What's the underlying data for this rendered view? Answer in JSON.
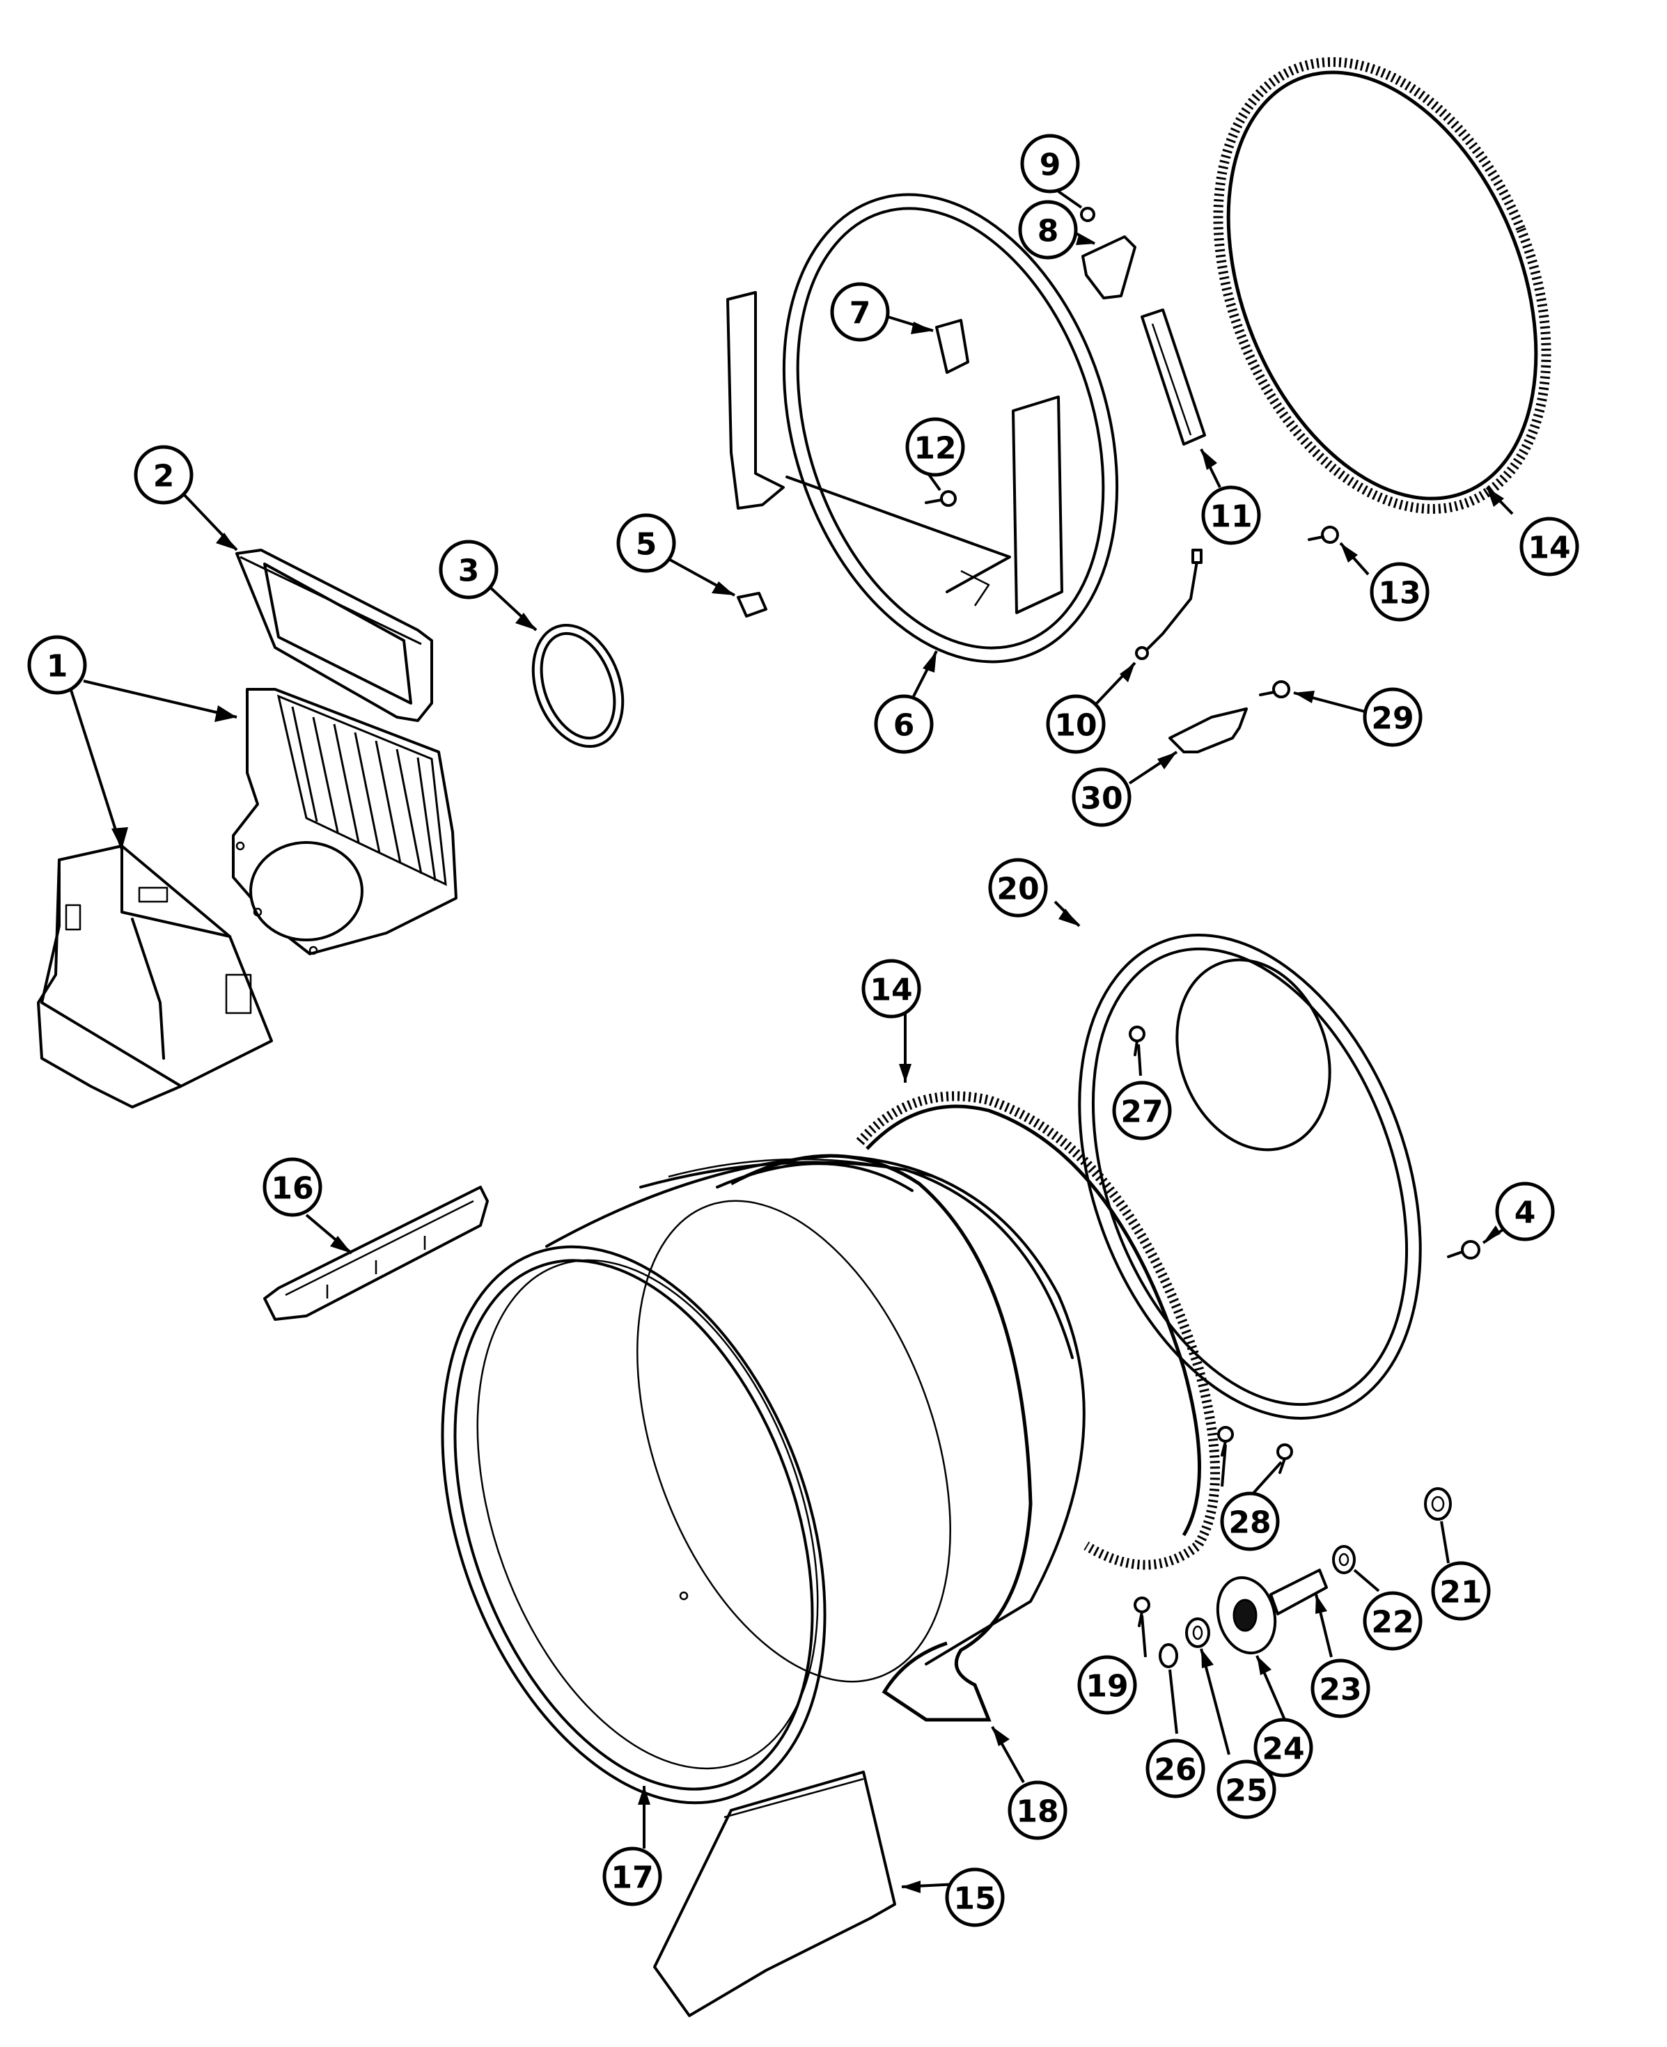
{
  "colors": {
    "line": "#000000",
    "background": "#ffffff"
  },
  "callouts": [
    {
      "id": "1",
      "label": "1"
    },
    {
      "id": "2",
      "label": "2"
    },
    {
      "id": "3",
      "label": "3"
    },
    {
      "id": "4",
      "label": "4"
    },
    {
      "id": "5",
      "label": "5"
    },
    {
      "id": "6",
      "label": "6"
    },
    {
      "id": "7",
      "label": "7"
    },
    {
      "id": "8",
      "label": "8"
    },
    {
      "id": "9",
      "label": "9"
    },
    {
      "id": "10",
      "label": "10"
    },
    {
      "id": "11",
      "label": "11"
    },
    {
      "id": "12",
      "label": "12"
    },
    {
      "id": "13",
      "label": "13"
    },
    {
      "id": "14a",
      "label": "14"
    },
    {
      "id": "14b",
      "label": "14"
    },
    {
      "id": "15",
      "label": "15"
    },
    {
      "id": "16",
      "label": "16"
    },
    {
      "id": "17",
      "label": "17"
    },
    {
      "id": "18",
      "label": "18"
    },
    {
      "id": "19",
      "label": "19"
    },
    {
      "id": "20",
      "label": "20"
    },
    {
      "id": "21",
      "label": "21"
    },
    {
      "id": "22",
      "label": "22"
    },
    {
      "id": "23",
      "label": "23"
    },
    {
      "id": "24",
      "label": "24"
    },
    {
      "id": "25",
      "label": "25"
    },
    {
      "id": "26",
      "label": "26"
    },
    {
      "id": "27",
      "label": "27"
    },
    {
      "id": "28",
      "label": "28"
    },
    {
      "id": "29",
      "label": "29"
    },
    {
      "id": "30",
      "label": "30"
    }
  ]
}
